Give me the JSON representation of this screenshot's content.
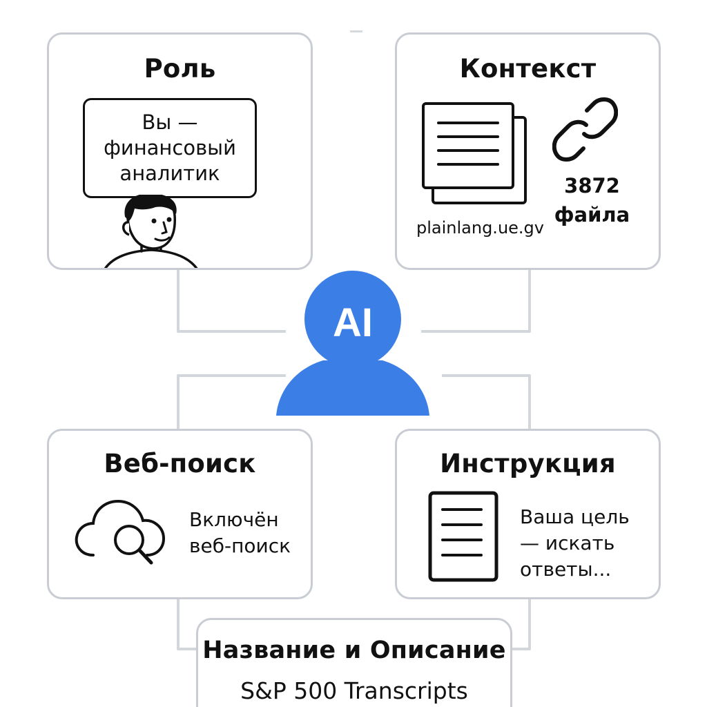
{
  "center": {
    "label": "AI",
    "color": "#3b7ee6"
  },
  "cards": {
    "role": {
      "title": "Роль",
      "bubble_lines": [
        "Вы —",
        "финансовый",
        "аналитик"
      ],
      "icon": "person-icon"
    },
    "context": {
      "title": "Контекст",
      "count_number": "3872",
      "count_unit": "файла",
      "source": "plainlang.ue.gv",
      "icons": [
        "documents-icon",
        "link-icon"
      ]
    },
    "websearch": {
      "title": "Веб-поиск",
      "text_lines": [
        "Включён",
        "веб-поиск"
      ],
      "icon": "cloud-search-icon"
    },
    "instruction": {
      "title": "Инструкция",
      "text_lines": [
        "Ваша цель",
        "— искать",
        "ответы..."
      ],
      "icon": "document-lines-icon"
    },
    "name": {
      "title": "Название и Описание",
      "subtitle": "S&P 500 Transcripts"
    }
  },
  "colors": {
    "card_border": "#c9cdd3",
    "connector": "#d3d6da",
    "text": "#111111"
  }
}
